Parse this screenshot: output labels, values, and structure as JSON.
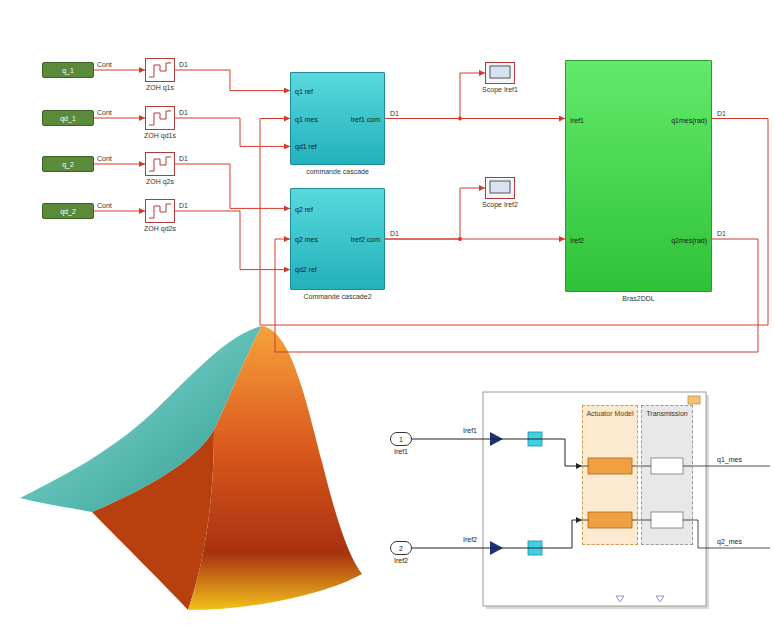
{
  "diagram": {
    "nodes": [
      {
        "text": [
          "q_1"
        ]
      },
      {
        "text": [
          "qd_1"
        ]
      },
      {
        "text": [
          "q_2"
        ]
      },
      {
        "text": [
          "qd_2"
        ]
      },
      {
        "text": [
          "ZOH q1s"
        ]
      },
      {
        "text": [
          "ZOH qd1s"
        ]
      },
      {
        "text": [
          "ZOH q2s"
        ]
      },
      {
        "text": [
          "ZOH qd2s"
        ]
      },
      {
        "text": [
          "q1 ref",
          "q1 mes",
          "qd1 ref",
          "Iref1 com",
          "commande cascade"
        ]
      },
      {
        "text": [
          "q2 ref",
          "q2 mes",
          "qd2 ref",
          "Iref2 com",
          "Commande cascade2"
        ]
      },
      {
        "text": [
          "Scope Iref1"
        ]
      },
      {
        "text": [
          "Scope Iref2"
        ]
      },
      {
        "text": [
          "Iref1",
          "Iref2",
          "q1mes(rad)",
          "q2mes(rad)",
          "Bras2DDL"
        ]
      },
      {
        "text": [
          "1",
          "Iref1"
        ]
      },
      {
        "text": [
          "2",
          "Iref2"
        ]
      },
      {
        "text": [
          "Actuator Model"
        ]
      },
      {
        "text": [
          "Transmission"
        ]
      }
    ],
    "edges": [
      {
        "from": 0,
        "to": 4,
        "arrow": "to",
        "label": "Cont"
      },
      {
        "from": 1,
        "to": 5,
        "arrow": "to",
        "label": "Cont"
      },
      {
        "from": 2,
        "to": 6,
        "arrow": "to",
        "label": "Cont"
      },
      {
        "from": 3,
        "to": 7,
        "arrow": "to",
        "label": "Cont"
      },
      {
        "from": 4,
        "to": 8,
        "arrow": "to",
        "label": "D1"
      },
      {
        "from": 5,
        "to": 8,
        "arrow": "to",
        "label": "D1"
      },
      {
        "from": 6,
        "to": 9,
        "arrow": "to",
        "label": "D1"
      },
      {
        "from": 7,
        "to": 9,
        "arrow": "to",
        "label": "D1"
      },
      {
        "from": 8,
        "to": 12,
        "arrow": "to",
        "label": "D1"
      },
      {
        "from": 8,
        "to": 10,
        "arrow": "to"
      },
      {
        "from": 9,
        "to": 12,
        "arrow": "to",
        "label": "D1"
      },
      {
        "from": 9,
        "to": 11,
        "arrow": "to"
      },
      {
        "from": 12,
        "to": 8,
        "arrow": "to",
        "label": "D1"
      },
      {
        "from": 12,
        "to": 9,
        "arrow": "to",
        "label": "D1"
      },
      {
        "from": 13,
        "to": 15,
        "arrow": "to"
      },
      {
        "from": 14,
        "to": 15,
        "arrow": "to"
      }
    ],
    "labels": [
      "Iref1",
      "Iref2",
      "q1_mes",
      "q2_mes"
    ]
  }
}
